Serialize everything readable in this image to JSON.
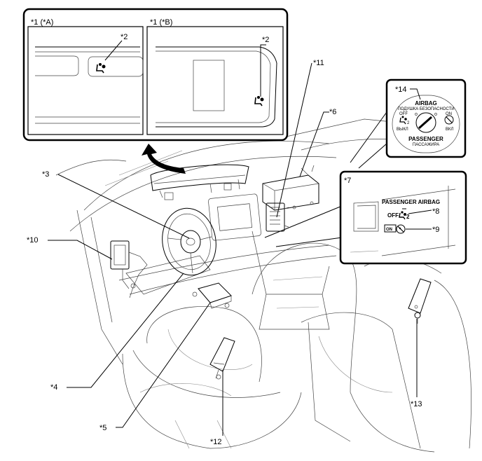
{
  "callouts": {
    "c1a": "*1 (*A)",
    "c1b": "*1 (*B)",
    "c2a": "*2",
    "c2b": "*2",
    "c3": "*3",
    "c4": "*4",
    "c5": "*5",
    "c6": "*6",
    "c7": "*7",
    "c8": "*8",
    "c9": "*9",
    "c10": "*10",
    "c11": "*11",
    "c12": "*12",
    "c13": "*13",
    "c14": "*14"
  },
  "indicator_panel": {
    "title": "PASSENGER AIRBAG",
    "off_label": "OFF",
    "on_label": "ON",
    "icon_subscript": "2"
  },
  "switch_panel": {
    "title": "AIRBAG",
    "title_ru": "ПОДУШКА БЕЗОПАСНОСТИ",
    "off_label": "OFF",
    "on_label": "ON",
    "off_ru": "ВЫКЛ",
    "on_ru": "ВКЛ",
    "bottom": "PASSENGER",
    "bottom_ru": "ПАССАЖИРА",
    "icon_subscript": "2"
  },
  "icons": [
    "airbag-seat-icon",
    "airbag-off-icon",
    "airbag-on-icon",
    "key-switch-icon",
    "up-arrow"
  ]
}
